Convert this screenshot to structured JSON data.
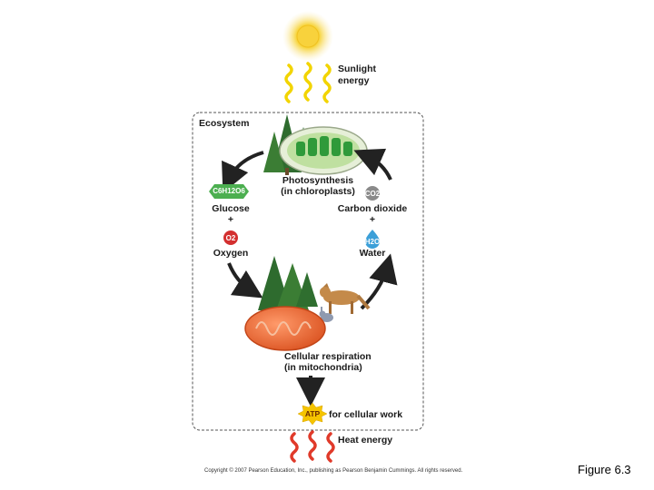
{
  "labels": {
    "sunlight_line1": "Sunlight",
    "sunlight_line2": "energy",
    "ecosystem": "Ecosystem",
    "photosynthesis_line1": "Photosynthesis",
    "photosynthesis_line2": "(in chloroplasts)",
    "glucose_formula": "C6H12O6",
    "glucose": "Glucose",
    "plus": "+",
    "oxygen_formula": "O2",
    "oxygen": "Oxygen",
    "co2_formula": "CO2",
    "carbon_dioxide": "Carbon dioxide",
    "h2o_formula": "H2O",
    "water": "Water",
    "respiration_line1": "Cellular respiration",
    "respiration_line2": "(in mitochondria)",
    "atp": "ATP",
    "cellular_work": "for cellular work",
    "heat_energy": "Heat energy"
  },
  "footer": {
    "copyright": "Copyright © 2007 Pearson Education, Inc., publishing as Pearson Benjamin Cummings. All rights reserved.",
    "figure_caption": "Figure 6.3"
  },
  "colors": {
    "sun": "#f7d43a",
    "light_wave": "#f2d400",
    "glucose": "#4caf50",
    "oxygen": "#d32f2f",
    "co2": "#8a8a8a",
    "water": "#3b9fd8",
    "mitochondrion": "#e8642c",
    "heat": "#e03a2a",
    "atp": "#f5c400"
  }
}
